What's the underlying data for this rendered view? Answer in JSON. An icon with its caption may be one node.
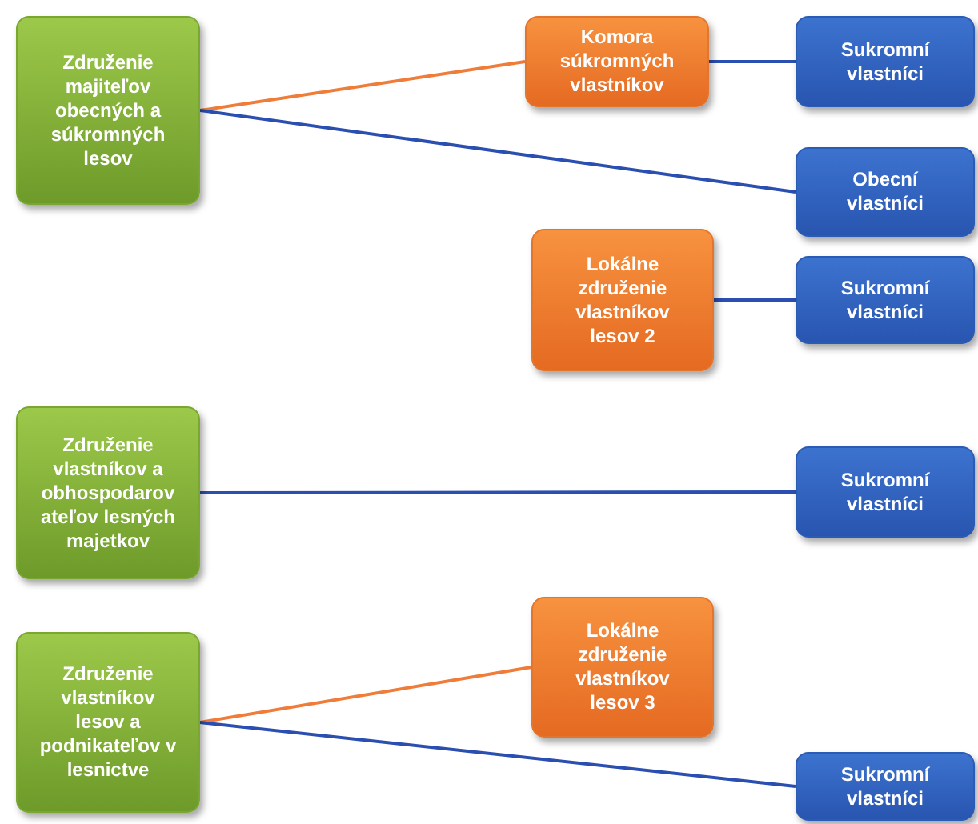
{
  "diagram": {
    "nodes": [
      {
        "text": [
          "Združenie majiteľov obecných a súkromných lesov"
        ]
      },
      {
        "text": [
          "Komora súkromných vlastníkov"
        ]
      },
      {
        "text": [
          "Sukromní vlastníci"
        ]
      },
      {
        "text": [
          "Obecní vlastníci"
        ]
      },
      {
        "text": [
          "Lokálne združenie vlastníkov lesov 2"
        ]
      },
      {
        "text": [
          "Sukromní vlastníci"
        ]
      },
      {
        "text": [
          "Združenie vlastníkov a obhospodarov ateľov lesných majetkov"
        ]
      },
      {
        "text": [
          "Sukromní vlastníci"
        ]
      },
      {
        "text": [
          "Združenie vlastníkov lesov a podnikateľov v lesnictve"
        ]
      },
      {
        "text": [
          "Lokálne združenie vlastníkov lesov 3"
        ]
      },
      {
        "text": [
          "Sukromní vlastníci"
        ]
      }
    ],
    "edges": [
      {
        "from": 0,
        "to": 1,
        "arrow": "none",
        "color": "#f07c3a"
      },
      {
        "from": 0,
        "to": 3,
        "arrow": "none"
      },
      {
        "from": 1,
        "to": 2,
        "arrow": "none"
      },
      {
        "from": 4,
        "to": 5,
        "arrow": "none"
      },
      {
        "from": 6,
        "to": 7,
        "arrow": "none"
      },
      {
        "from": 8,
        "to": 9,
        "arrow": "none",
        "color": "#f07c3a"
      },
      {
        "from": 8,
        "to": 10,
        "arrow": "none"
      }
    ]
  }
}
